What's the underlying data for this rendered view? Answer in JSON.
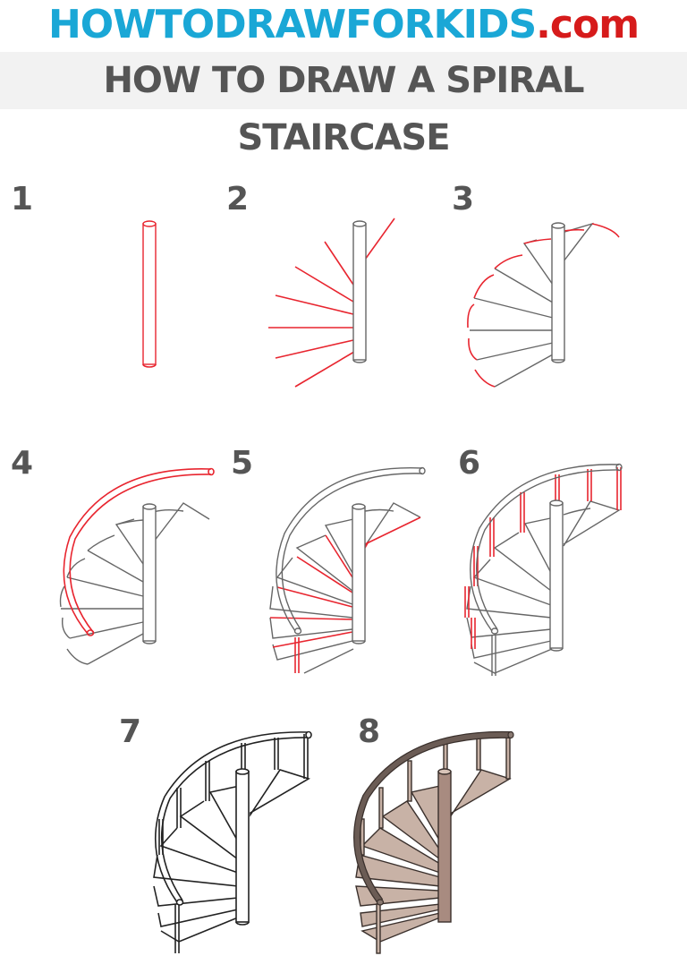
{
  "header": {
    "site_brand": "HOWTODRAWFORKIDS",
    "site_tld": ".com",
    "title": "HOW TO DRAW A SPIRAL STAIRCASE"
  },
  "colors": {
    "brand_blue": "#1aa7d6",
    "brand_red": "#d61b1b",
    "title_gray": "#555555",
    "title_band": "#f2f2f2",
    "guide_red": "#e8252f",
    "sketch_gray": "#666666",
    "wood_light": "#c8b2a6",
    "wood_dark": "#6b5c55"
  },
  "steps": [
    {
      "number": "1",
      "description": "vertical pole"
    },
    {
      "number": "2",
      "description": "radiating step lines"
    },
    {
      "number": "3",
      "description": "step arcs"
    },
    {
      "number": "4",
      "description": "curved handrail"
    },
    {
      "number": "5",
      "description": "step thickness and post"
    },
    {
      "number": "6",
      "description": "balusters"
    },
    {
      "number": "7",
      "description": "final outline"
    },
    {
      "number": "8",
      "description": "colored staircase"
    }
  ]
}
